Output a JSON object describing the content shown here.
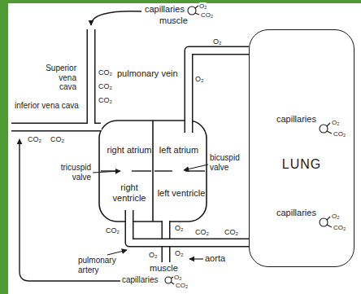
{
  "diagram": {
    "nodes": [
      {
        "text": [
          "LUNG"
        ]
      },
      {
        "text": [
          "right atrium"
        ]
      },
      {
        "text": [
          "left atrium"
        ]
      },
      {
        "text": [
          "right ventricle"
        ]
      },
      {
        "text": [
          "left ventricle"
        ]
      }
    ],
    "edges": [
      {
        "from": 3,
        "to": 0,
        "arrow": "none"
      },
      {
        "from": 0,
        "to": 2,
        "arrow": "none"
      }
    ],
    "labels": [
      "capillaries",
      "O₂",
      "CO₂",
      "muscle",
      "O₂",
      "Superior vena cava",
      "CO₂",
      "pulmonary vein",
      "O₂",
      "CO₂",
      "CO₂",
      "inferior vena cava",
      "capillaries",
      "O₂",
      "CO₂",
      "CO₂",
      "CO₂",
      "bicuspid valve",
      "tricuspid valve",
      "capillaries",
      "O₂",
      "CO₂",
      "O₂",
      "CO₂",
      "CO₂",
      "CO₂",
      "O₂",
      "O₂",
      "aorta",
      "pulmonary artery",
      "muscle",
      "capillaries",
      "O₂",
      "CO₂"
    ]
  }
}
